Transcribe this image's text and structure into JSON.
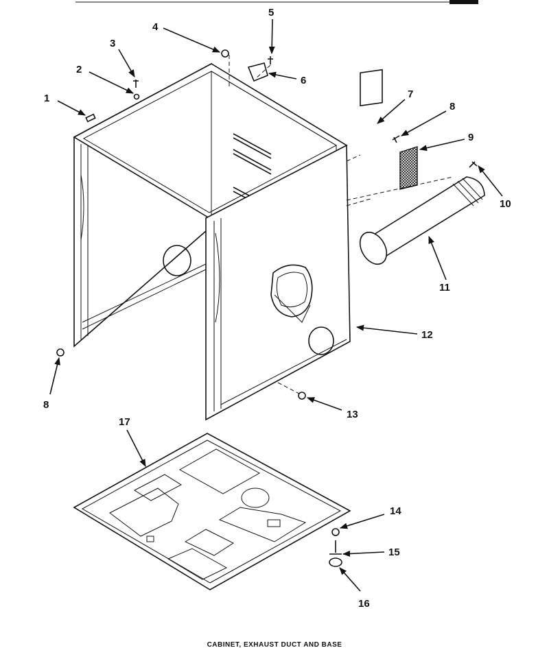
{
  "diagram": {
    "caption": "CABINET, EXHAUST DUCT AND BASE",
    "callouts": [
      "1",
      "2",
      "3",
      "4",
      "5",
      "6",
      "7",
      "8",
      "9",
      "10",
      "11",
      "12",
      "8",
      "13",
      "17",
      "14",
      "15",
      "16"
    ]
  }
}
